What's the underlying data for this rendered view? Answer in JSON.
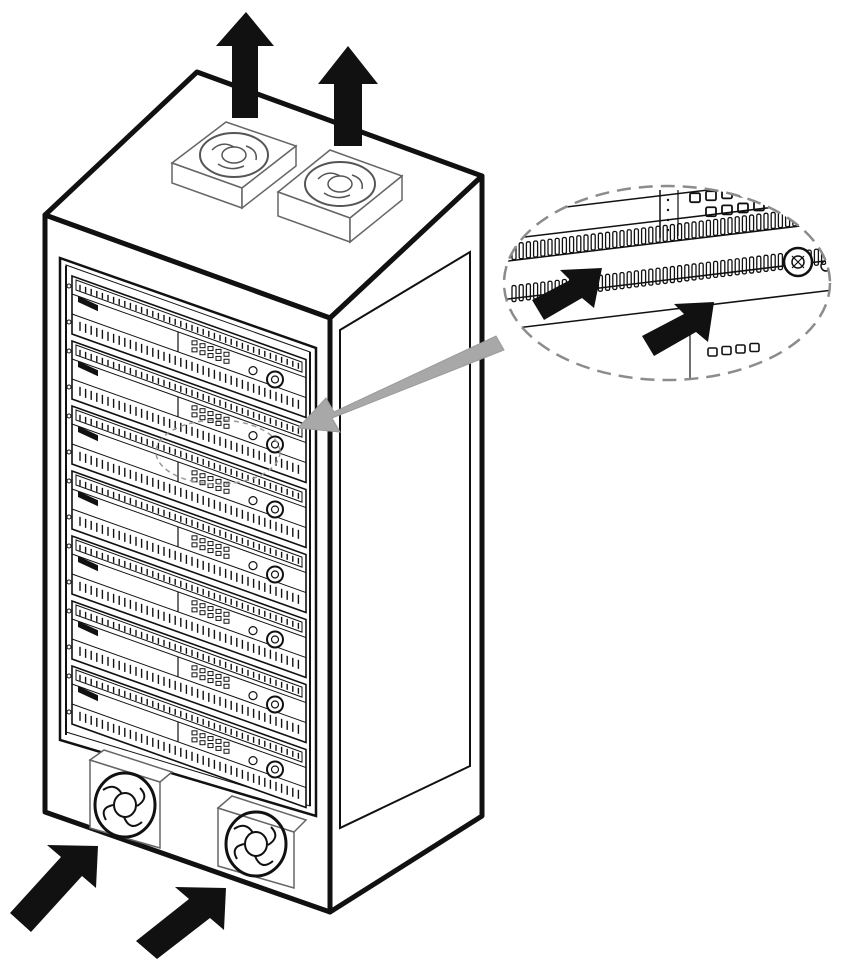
{
  "colors": {
    "ink": "#111111",
    "paper": "#ffffff",
    "panel": "#f7f7f7",
    "pointer_gray": "#a8a8a8",
    "dash_gray": "#8c8c8c"
  },
  "figure": {
    "subject": "server-rack-airflow",
    "rack_units": 7,
    "top_exhaust_fans": 2,
    "bottom_intake_fans": 2,
    "exhaust_arrows": 2,
    "intake_arrows": 2,
    "callout_arrows": 2
  }
}
